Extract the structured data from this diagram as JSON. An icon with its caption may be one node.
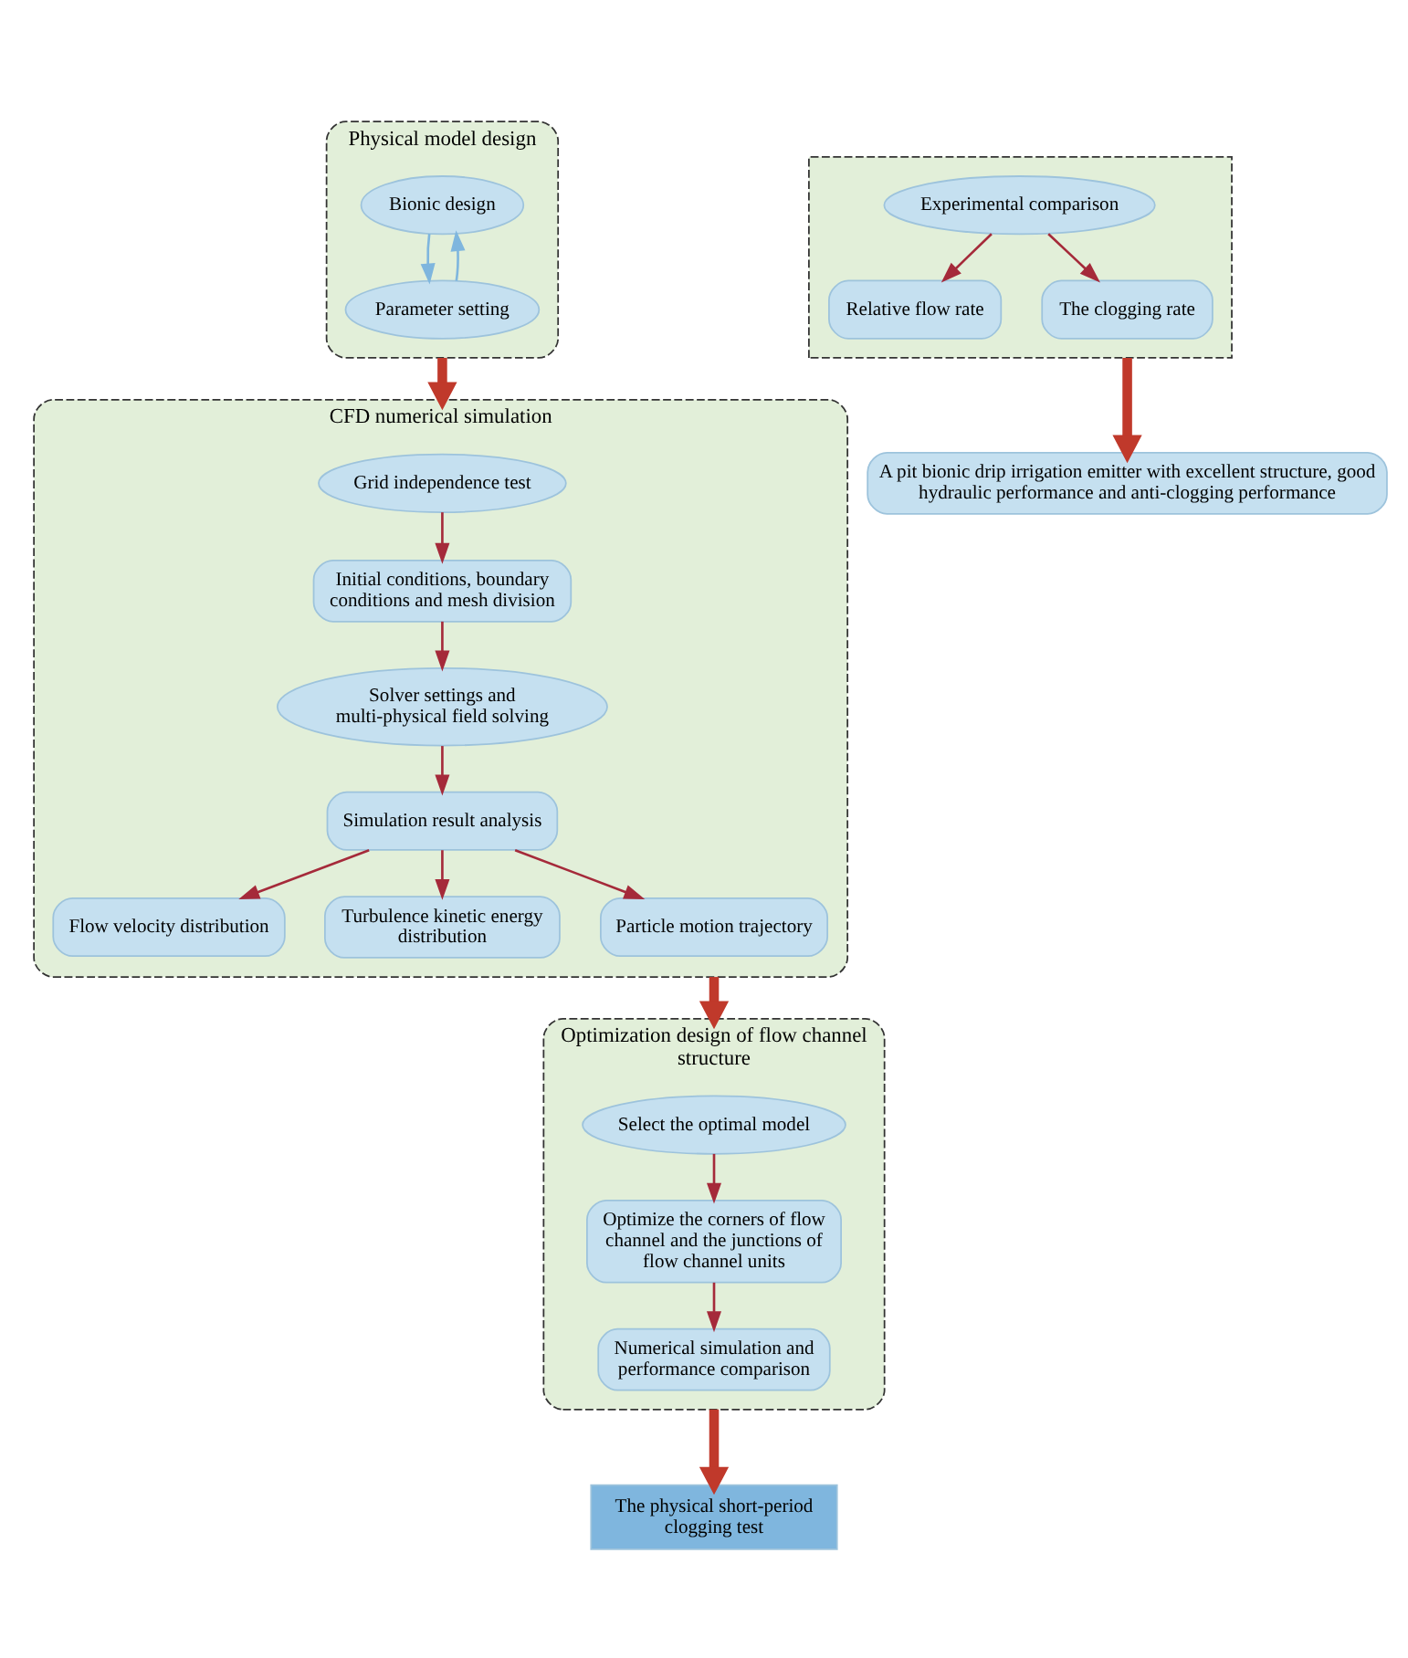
{
  "diagram": {
    "nodes": [
      {
        "text": [
          "Physical model design"
        ]
      },
      {
        "text": [
          "Bionic design"
        ],
        "in": 0
      },
      {
        "text": [
          "Parameter setting"
        ],
        "in": 0
      },
      {
        "text": [
          "CFD numerical simulation"
        ]
      },
      {
        "text": [
          "Grid independence test"
        ],
        "in": 3
      },
      {
        "text": [
          "Initial conditions, boundary conditions and mesh division"
        ],
        "in": 3
      },
      {
        "text": [
          "Solver settings and multi-physical field solving"
        ],
        "in": 3
      },
      {
        "text": [
          "Simulation result analysis"
        ],
        "in": 3
      },
      {
        "text": [
          "Flow velocity distribution"
        ],
        "in": 3
      },
      {
        "text": [
          "Turbulence kinetic energy distribution"
        ],
        "in": 3
      },
      {
        "text": [
          "Particle motion trajectory"
        ],
        "in": 3
      },
      {
        "text": [
          "Optimization design of flow channel structure"
        ]
      },
      {
        "text": [
          "Select the optimal model"
        ],
        "in": 11
      },
      {
        "text": [
          "Optimize the corners of flow channel and the junctions of flow channel units"
        ],
        "in": 11
      },
      {
        "text": [
          "Numerical simulation and performance comparison"
        ],
        "in": 11
      },
      {
        "text": [
          "The physical short-period clogging test"
        ]
      },
      {
        "text": [],
        "shape": "box"
      },
      {
        "text": [
          "Experimental comparison"
        ],
        "in": 16
      },
      {
        "text": [
          "Relative flow rate"
        ],
        "in": 16
      },
      {
        "text": [
          "The clogging rate"
        ],
        "in": 16
      },
      {
        "text": [
          "A pit bionic drip irrigation emitter with excellent structure, good hydraulic performance and anti-clogging performance"
        ]
      }
    ],
    "edges": [
      {
        "from": 1,
        "to": 2,
        "arrow": "to",
        "color": "#7fb6de"
      },
      {
        "from": 2,
        "to": 1,
        "arrow": "to",
        "color": "#7fb6de"
      },
      {
        "from": 0,
        "to": 3,
        "arrow": "to",
        "style": "thick",
        "color": "#c0392b"
      },
      {
        "from": 4,
        "to": 5,
        "arrow": "to"
      },
      {
        "from": 5,
        "to": 6,
        "arrow": "to"
      },
      {
        "from": 6,
        "to": 7,
        "arrow": "to"
      },
      {
        "from": 7,
        "to": 8,
        "arrow": "to"
      },
      {
        "from": 7,
        "to": 9,
        "arrow": "to"
      },
      {
        "from": 7,
        "to": 10,
        "arrow": "to"
      },
      {
        "from": 3,
        "to": 11,
        "arrow": "to",
        "style": "thick",
        "color": "#c0392b"
      },
      {
        "from": 12,
        "to": 13,
        "arrow": "to"
      },
      {
        "from": 13,
        "to": 14,
        "arrow": "to"
      },
      {
        "from": 11,
        "to": 15,
        "arrow": "to",
        "style": "thick",
        "color": "#c0392b"
      },
      {
        "from": 17,
        "to": 18,
        "arrow": "to"
      },
      {
        "from": 17,
        "to": 19,
        "arrow": "to"
      },
      {
        "from": 16,
        "to": 20,
        "arrow": "to",
        "style": "thick",
        "color": "#c0392b"
      }
    ]
  }
}
